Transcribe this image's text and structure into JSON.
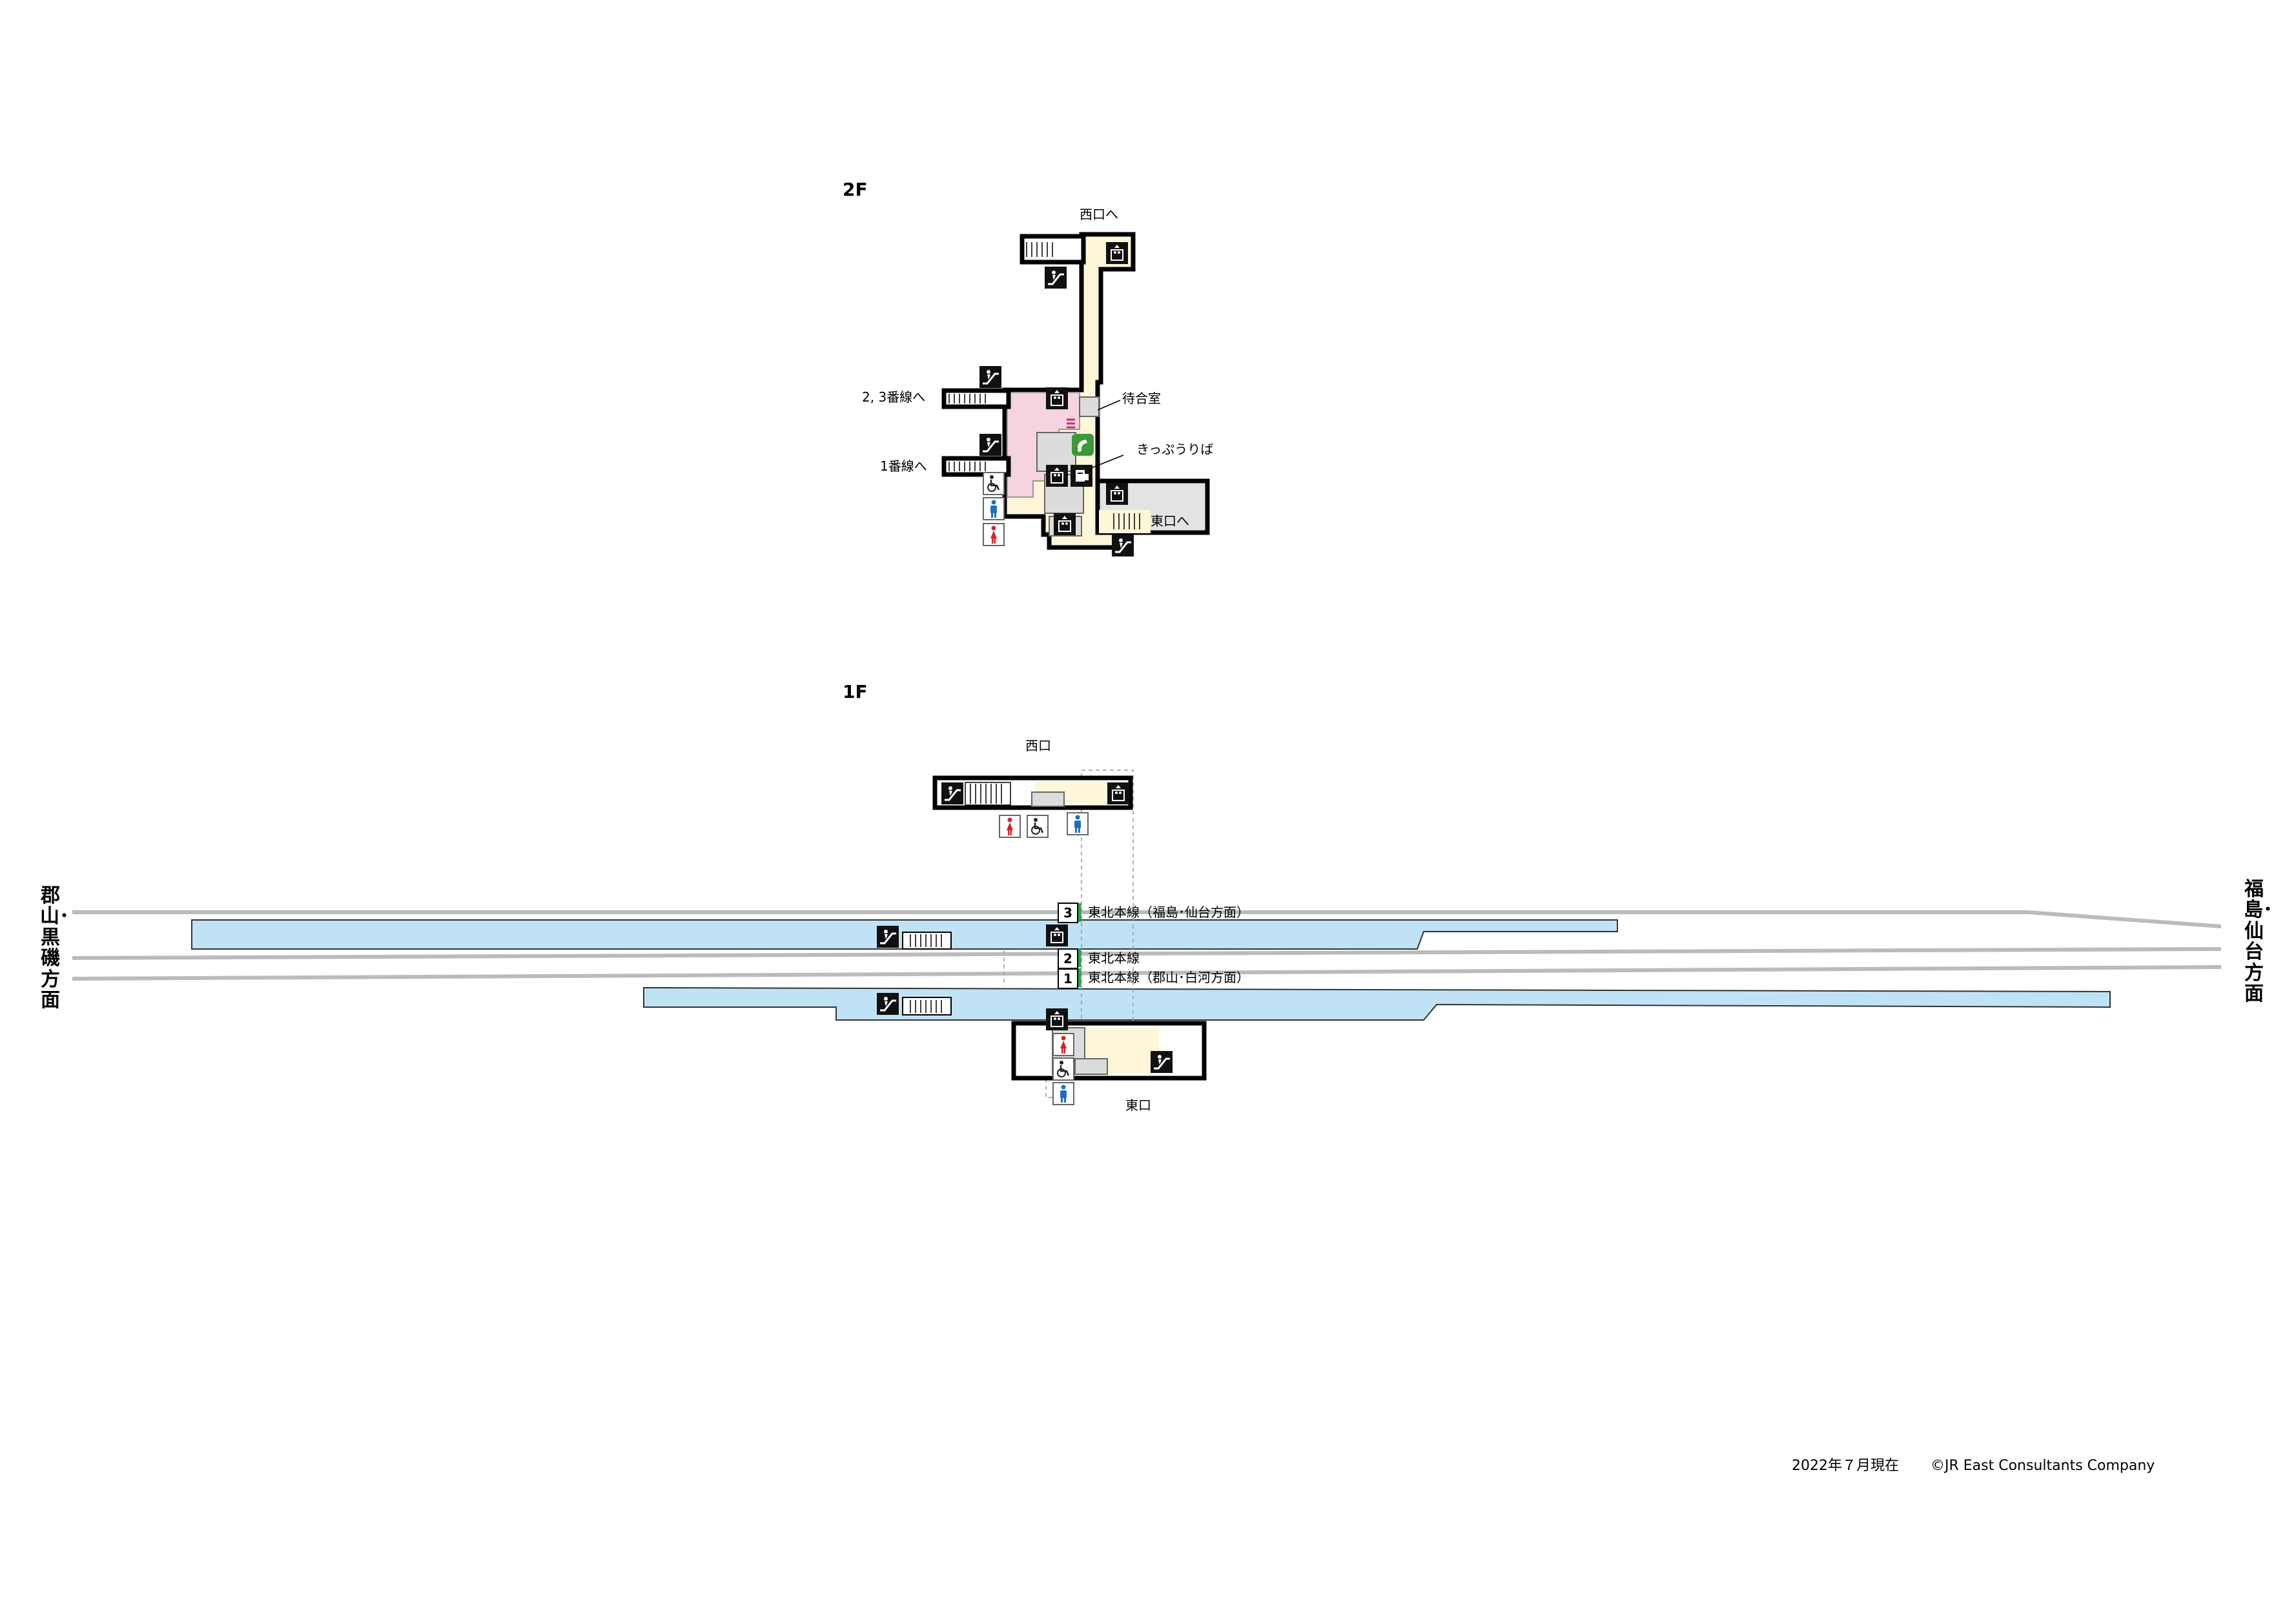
{
  "floors": {
    "upper": "2F",
    "lower": "1F"
  },
  "labels_2f": {
    "to_west_exit": "西口へ",
    "to_platform_23": "2, 3番線へ",
    "to_platform_1": "1番線へ",
    "waiting_room": "待合室",
    "ticket_office": "きっぷうりば",
    "to_east_exit": "東口へ"
  },
  "labels_1f": {
    "west_exit": "西口",
    "east_exit": "東口"
  },
  "tracks": [
    {
      "number": "3",
      "line": "東北本線（福島･仙台方面）"
    },
    {
      "number": "2",
      "line": "東北本線"
    },
    {
      "number": "1",
      "line": "東北本線（郡山･白河方面）"
    }
  ],
  "directions": {
    "left": "郡山･黒磯方面",
    "right": "福島･仙台方面"
  },
  "footer": {
    "date": "2022年７月現在",
    "copyright": "©JR East Consultants Company"
  },
  "colors": {
    "platform": "#bfe3f5",
    "concourse": "#fdf6d8",
    "waiting_room": "#f6d3e0",
    "facility": "#dcdcdc",
    "track": "#bbbbbb",
    "line_accent": "#2e9e4f",
    "toilet_male": "#1f6fc0",
    "toilet_female": "#d8232a"
  },
  "icons": [
    "escalator-icon",
    "elevator-icon",
    "stairs-icon",
    "toilet-male-icon",
    "toilet-female-icon",
    "accessible-icon",
    "ticket-office-icon",
    "ticket-machine-icon"
  ]
}
